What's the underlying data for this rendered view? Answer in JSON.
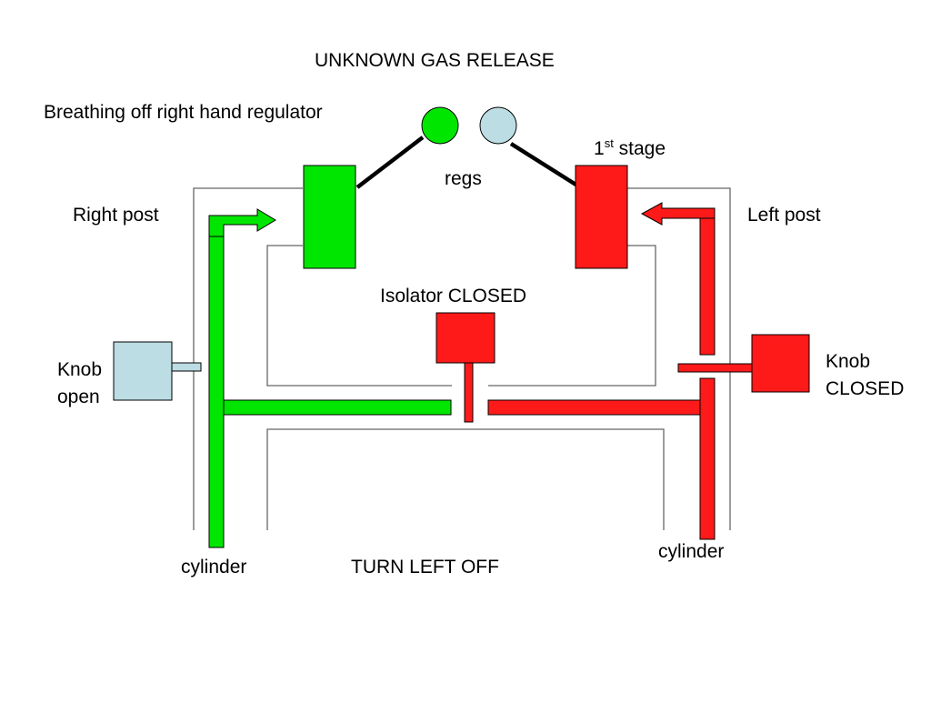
{
  "title": "UNKNOWN GAS RELEASE",
  "labels": {
    "breathing": "Breathing off right hand regulator",
    "regs": "regs",
    "first_stage_num": "1",
    "first_stage_sup": "st",
    "first_stage_word": " stage",
    "right_post": "Right post",
    "left_post": "Left post",
    "isolator": "Isolator CLOSED",
    "knob_left_line1": "Knob",
    "knob_left_line2": "open",
    "knob_right_line1": "Knob",
    "knob_right_line2": "CLOSED",
    "cylinder_left": "cylinder",
    "cylinder_right": "cylinder",
    "instruction": "TURN LEFT OFF"
  },
  "colors": {
    "gas_flowing": "#00e600",
    "gas_stopped": "#ff1a1a",
    "inactive": "#bcdde3",
    "outline": "#000000",
    "manifold_outline": "#666666"
  }
}
